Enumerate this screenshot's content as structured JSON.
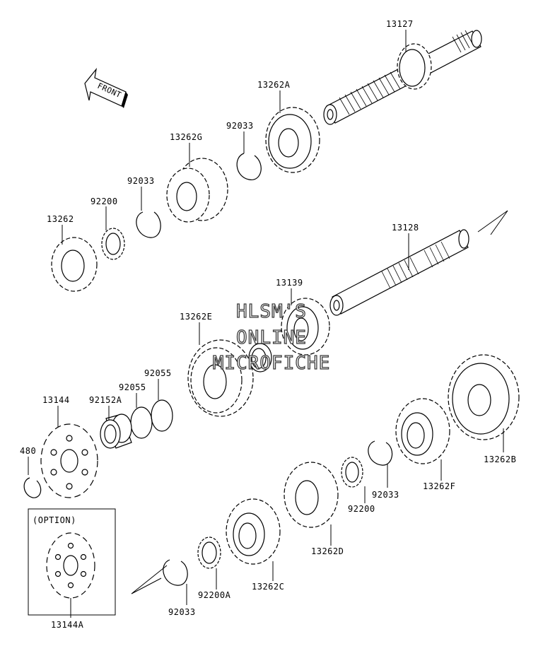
{
  "front_arrow": {
    "label": "FRONT"
  },
  "option_box": {
    "label": "(OPTION)"
  },
  "watermark": {
    "line1": "HLSM'S",
    "line2": "ONLINE",
    "line3": "MICROFICHE"
  },
  "labels": {
    "p13127": "13127",
    "p13262A": "13262A",
    "p92033a": "92033",
    "p13262G": "13262G",
    "p92033b": "92033",
    "p92200a": "92200",
    "p13262": "13262",
    "p13128": "13128",
    "p13139": "13139",
    "p13262E": "13262E",
    "p92055a": "92055",
    "p92055b": "92055",
    "p92152A": "92152A",
    "p13144": "13144",
    "p480": "480",
    "p13262B": "13262B",
    "p13262F": "13262F",
    "p92033c": "92033",
    "p92200b": "92200",
    "p13262D": "13262D",
    "p13262C": "13262C",
    "p92200A": "92200A",
    "p92033d": "92033",
    "p13144A": "13144A"
  },
  "colors": {
    "line": "#000000",
    "background": "#ffffff",
    "watermark_outline": "#3a3a3a"
  }
}
